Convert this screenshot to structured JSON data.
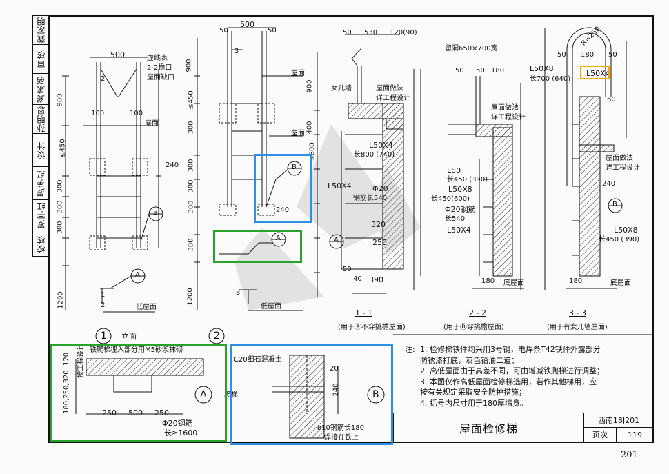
{
  "sidebar": [
    {
      "label": "校核",
      "sig": "罗宇红"
    },
    {
      "label": "设计",
      "sig": "孙明恩"
    },
    {
      "label": "审核",
      "sig": "龚家明"
    }
  ],
  "views": {
    "v1_title": "立面",
    "v1_num": "1",
    "v2_num": "2",
    "s11": "1 - 1",
    "s11_note": "(用于Ⓐ不穿挑檐屋面)",
    "s22": "2 - 2",
    "s22_note": "(用于Ⓑ穿挑檐屋面)",
    "s33": "3 - 3",
    "s33_note": "(用于有女儿墙屋面)"
  },
  "labels": {
    "dash_line": "虚线表",
    "roof_edge1": "2-2檐口",
    "roof_edge2": "屋面缺口",
    "roof": "屋面",
    "low_roof": "低屋面",
    "bottom_roof": "底屋面",
    "parapet": "女儿墙",
    "roof_method1": "屋面做法",
    "roof_method2": "详工程设计",
    "reserved_hole": "留洞650×700宽",
    "angle_top": "L50X4",
    "angle_top_len": "长800 (740)",
    "rod1": "Φ20",
    "rod1_len": "钢筋长540",
    "angle_l50": "L50",
    "angle_l50_len": "长450 (390)",
    "angle_l508": "L50X8",
    "angle_l508_len": "长450(600)",
    "rod2": "Φ20钢筋",
    "rod2_len": "长540",
    "angle_l504b": "L50X4",
    "s3_angle": "L50X8",
    "s3_angle_len": "长700 (640)",
    "s3_box": "L50X4",
    "s3_angle2": "L50X8",
    "s3_angle2_len": "长450 (390)",
    "cat_ladder": "爬梯",
    "r_label": "R=250",
    "cA_text1": "铁爬梯埋入部分用M5砂浆抹砌",
    "cA_text2": "按工程设计",
    "cA_rod": "Φ20钢筋",
    "cA_rod_len": "长≥1600",
    "cB_text1": "C20细石混凝土",
    "cB_text2": "ø10钢筋长180",
    "cB_text3": "焊接在铁上"
  },
  "dims": {
    "d500": "500",
    "d50": "50",
    "d100": "100",
    "d900": "900",
    "d450": "≤450",
    "d300": "300",
    "d1200": "1200",
    "d240": "240",
    "d250": "250",
    "d320": "320",
    "d390": "390",
    "d180": "180",
    "d40": "40",
    "d530": "530",
    "d120": "120(90)",
    "d120b": "120",
    "d60": "60",
    "d20": "20",
    "dA1": "180,250,320",
    "d900b": "900",
    "d400": "400",
    "d800": "≤800"
  },
  "callouts": {
    "A": "A",
    "B": "B",
    "c1": "1",
    "c2": "2",
    "c3": "3"
  },
  "notes": {
    "heading": "注:",
    "items": [
      "1. 检修梯铁件均采用3号钢，电焊条T42铁件外露部分",
      "    防锈漆打底，灰色铅油二道；",
      "2. 高低屋面由于高差不同，可由增减铁爬梯进行调整；",
      "3. 本图仅作高低屋面检修梯选用，若作其他梯用，应",
      "    按有关规定采取安全防护措施；",
      "4. 括号内尺寸用于180厚墙身。"
    ]
  },
  "title_block": {
    "title": "屋面检修梯",
    "atlas": "西南18J201",
    "page_label": "页次",
    "page_no": "119"
  },
  "page_number": "201",
  "highlight_colors": {
    "green": "#2aa12a",
    "blue": "#2f8fe6",
    "orange": "#f0a800"
  }
}
